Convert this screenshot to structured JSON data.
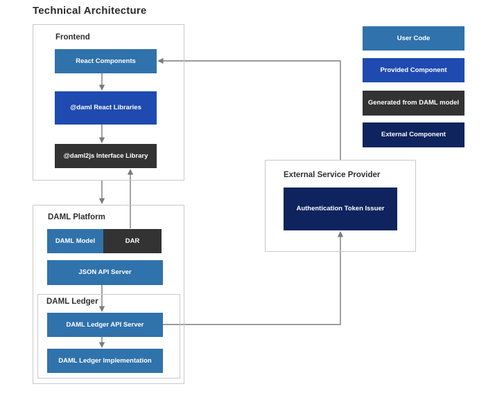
{
  "title": "Technical Architecture",
  "colors": {
    "user_code": "#3072ab",
    "provided_component": "#1f4bb0",
    "generated_from_daml": "#333333",
    "external_component": "#0f245e",
    "group_border": "#c9c9c9",
    "connector": "#7a7a7a"
  },
  "legend": {
    "user_code": "User Code",
    "provided_component": "Provided Component",
    "generated_from_daml": "Generated from DAML model",
    "external_component": "External Component"
  },
  "frontend": {
    "label": "Frontend",
    "react_components": "React Components",
    "daml_react_libraries": "@daml React Libraries",
    "daml2js_library": "@daml2js Interface Library"
  },
  "platform": {
    "label": "DAML Platform",
    "daml_model": "DAML Model",
    "dar": "DAR",
    "json_api_server": "JSON API Server"
  },
  "ledger": {
    "label": "DAML Ledger",
    "api_server": "DAML Ledger API Server",
    "implementation": "DAML Ledger Implementation"
  },
  "external": {
    "label": "External Service Provider",
    "token_issuer": "Authentication Token Issuer"
  }
}
